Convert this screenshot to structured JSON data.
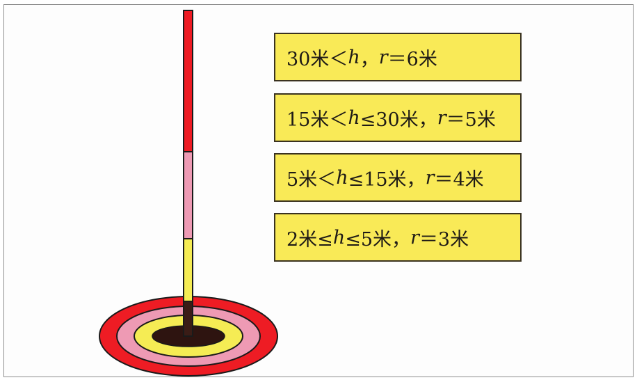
{
  "rules": [
    {
      "parts": [
        "30米＜",
        "h",
        "，",
        "r",
        "＝6米"
      ]
    },
    {
      "parts": [
        "15米＜",
        "h",
        "≤30米，",
        "r",
        "＝5米"
      ]
    },
    {
      "parts": [
        "5米＜",
        "h",
        "≤15米，",
        "r",
        "＝4米"
      ]
    },
    {
      "parts": [
        "2米≤",
        "h",
        "≤5米，",
        "r",
        "＝3米"
      ]
    }
  ],
  "colors": {
    "red": "#ee1c24",
    "pink": "#ee9ab4",
    "yellow": "#f5ec54",
    "dark": "#2e1410",
    "box_fill": "#f9ea57"
  }
}
